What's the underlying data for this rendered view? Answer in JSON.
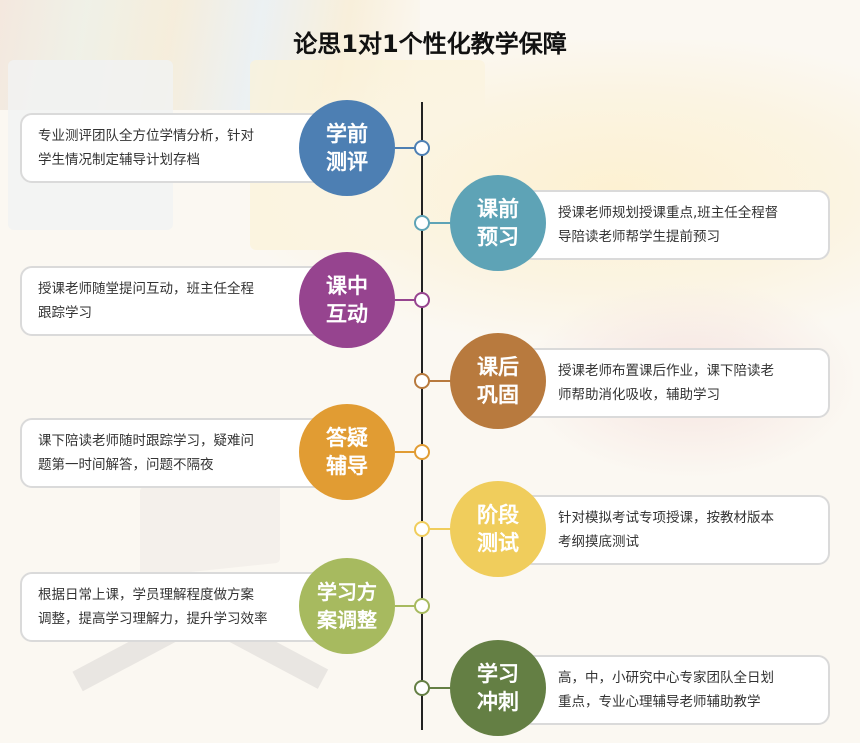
{
  "title": "论思1对1个性化教学保障",
  "steps": [
    {
      "label": "学前\n测评",
      "description": "专业测评团队全方位学情分析，针对\n学生情况制定辅导计划存档",
      "side": "left",
      "color": "#4d7fb3"
    },
    {
      "label": "课前\n预习",
      "description": "授课老师规划授课重点,班主任全程督\n导陪读老师帮学生提前预习",
      "side": "right",
      "color": "#5ea3b6"
    },
    {
      "label": "课中\n互动",
      "description": "授课老师随堂提问互动，班主任全程\n跟踪学习",
      "side": "left",
      "color": "#96448f"
    },
    {
      "label": "课后\n巩固",
      "description": "授课老师布置课后作业，课下陪读老\n师帮助消化吸收，辅助学习",
      "side": "right",
      "color": "#b87a3e"
    },
    {
      "label": "答疑\n辅导",
      "description": "课下陪读老师随时跟踪学习，疑难问\n题第一时间解答，问题不隔夜",
      "side": "left",
      "color": "#e19c33"
    },
    {
      "label": "阶段\n测试",
      "description": "针对模拟考试专项授课，按教材版本\n考纲摸底测试",
      "side": "right",
      "color": "#f0cd5c"
    },
    {
      "label": "学习方\n案调整",
      "description": "根据日常上课，学员理解程度做方案\n调整，提高学习理解力，提升学习效率",
      "side": "left",
      "color": "#a7ba5f"
    },
    {
      "label": "学习\n冲刺",
      "description": "高，中，小研究中心专家团队全日划\n重点，专业心理辅导老师辅助教学",
      "side": "right",
      "color": "#647f44"
    }
  ]
}
